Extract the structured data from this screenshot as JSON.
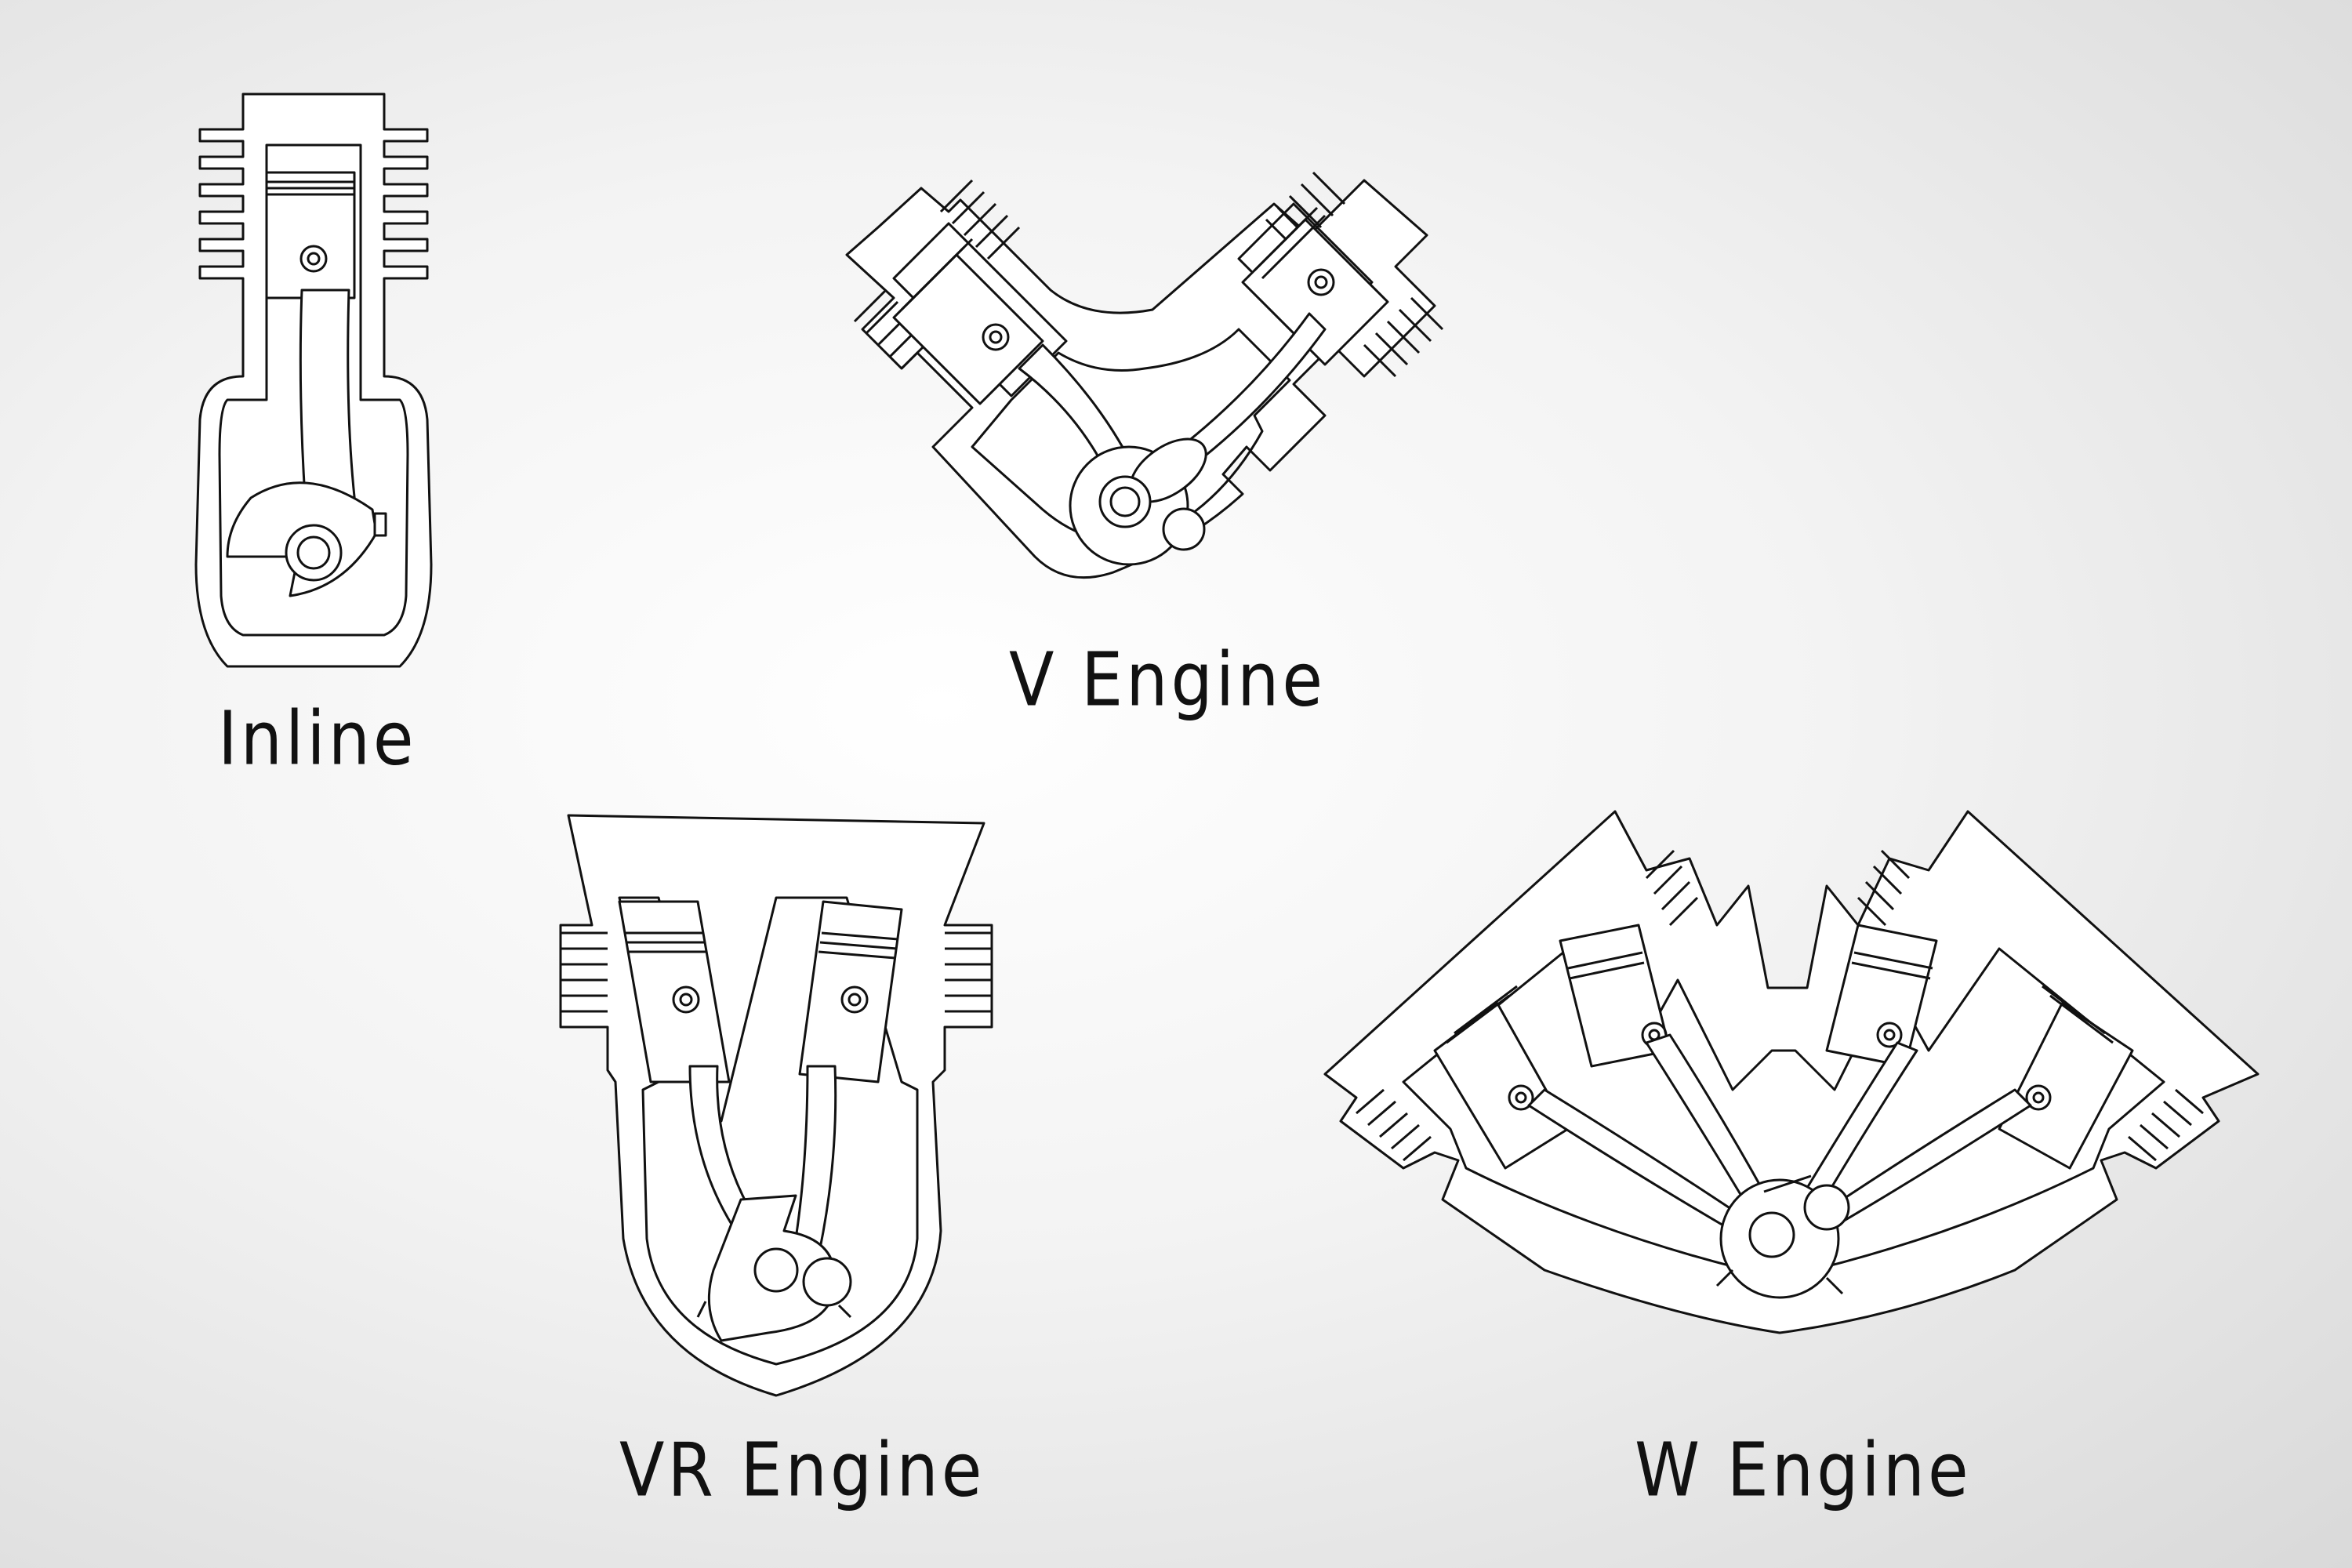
{
  "labels": {
    "inline": "Inline",
    "v_engine": "V Engine",
    "vr_engine": "VR Engine",
    "w_engine": "W Engine"
  },
  "style": {
    "line_color": "#111111",
    "fill_color": "#ffffff"
  }
}
